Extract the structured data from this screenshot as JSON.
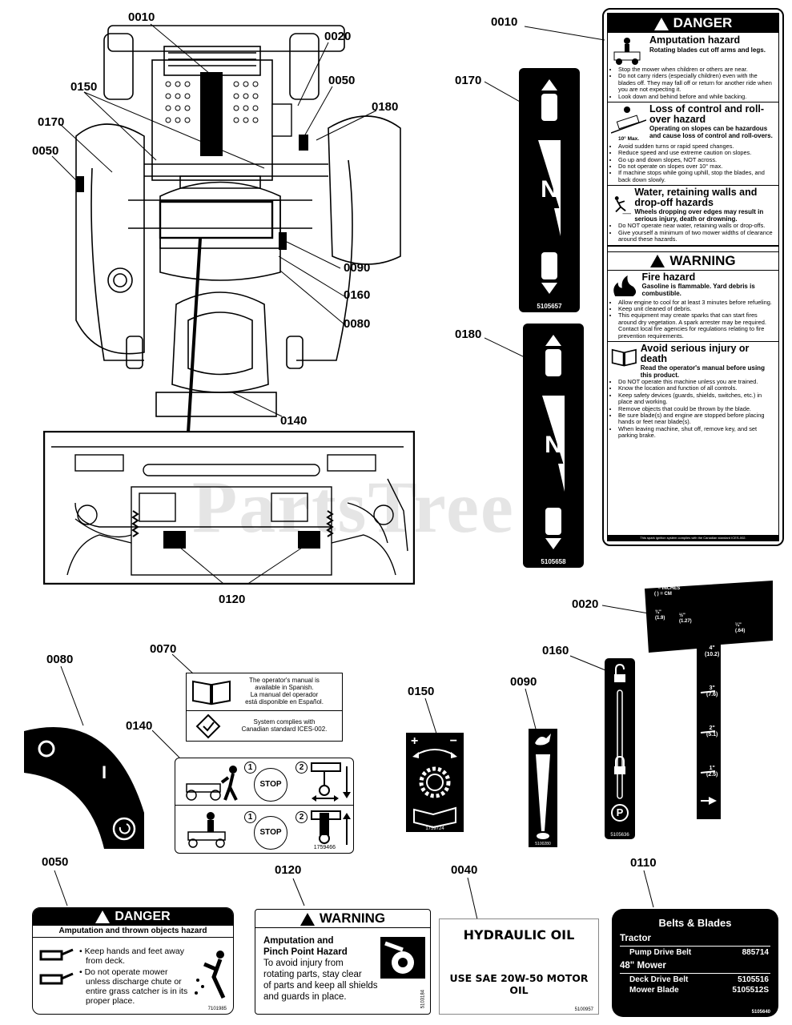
{
  "callouts": {
    "c0010a": "0010",
    "c0020a": "0020",
    "c0050a": "0050",
    "c0150a": "0150",
    "c0180a": "0180",
    "c0170a": "0170",
    "c0050b": "0050",
    "c0090a": "0090",
    "c0160a": "0160",
    "c0080a": "0080",
    "c0140a": "0140",
    "c0120a": "0120",
    "c0010b": "0010",
    "c0170b": "0170",
    "c0180b": "0180",
    "c0020b": "0020",
    "c0070": "0070",
    "c0080b": "0080",
    "c0140b": "0140",
    "c0150b": "0150",
    "c0090b": "0090",
    "c0160b": "0160",
    "c0050c": "0050",
    "c0120b": "0120",
    "c0040": "0040",
    "c0110": "0110"
  },
  "watermark": "PartsTree",
  "danger_big": {
    "title": "DANGER",
    "s1_title": "Amputation hazard",
    "s1_sub": "Rotating blades cut off arms and legs.",
    "s1_items": [
      "Stop the mower when children or others are near.",
      "Do not carry riders (especially children) even with the blades off. They may fall off or return for another ride when you are not expecting it.",
      "Look down and behind before and while backing."
    ],
    "s2_title": "Loss of control and roll-over hazard",
    "s2_sub": "Operating on slopes can be hazardous and cause loss of control and roll-overs.",
    "s2_max": "10° Max.",
    "s2_items": [
      "Avoid sudden turns or rapid speed changes.",
      "Reduce speed and use extreme caution on slopes.",
      "Go up and down slopes, NOT across.",
      "Do not operate on slopes over 10° max.",
      "If machine stops while going uphill, stop the blades, and back down slowly."
    ],
    "s3_title": "Water, retaining walls and drop-off hazards",
    "s3_sub": "Wheels dropping over edges may result in serious injury, death or drowning.",
    "s3_items": [
      "Do NOT operate near water, retaining walls or drop-offs.",
      "Give yourself a minimum of two mower widths of clearance around these hazards."
    ],
    "warn_title": "WARNING",
    "s4_title": "Fire hazard",
    "s4_sub": "Gasoline is flammable. Yard debris is combustible.",
    "s4_items": [
      "Allow engine to cool for at least 3 minutes before refueling.",
      "Keep unit cleaned of debris.",
      "This equipment may create sparks that can start fires around dry vegetation. A spark arrester may be required. Contact local fire agencies for regulations relating to fire prevention requirements."
    ],
    "s5_title": "Avoid serious injury or death",
    "s5_sub": "Read the operator's manual before using this product.",
    "s5_items": [
      "Do NOT operate this machine unless you are trained.",
      "Know the location and function of all controls.",
      "Keep safety devices (guards, shields, switches, etc.) in place and working.",
      "Remove objects that could be thrown by the blade.",
      "Be sure blade(s) and engine are stopped before placing hands or feet near blade(s).",
      "When leaving machine, shut off, remove key, and set parking brake."
    ],
    "footer": "This spark ignition system complies with the Canadian standard ICES-002."
  },
  "dir_decal_1": {
    "letter": "N",
    "part": "5105657"
  },
  "dir_decal_2": {
    "letter": "N",
    "part": "5105658"
  },
  "height_decal": {
    "legend1": "\" = INCHES",
    "legend2": "( ) = CM",
    "top_marks": [
      [
        "¾\"",
        "(1.9)"
      ],
      [
        "½\"",
        "(1.27)"
      ],
      [
        "¼\"",
        "(.64)"
      ]
    ],
    "marks": [
      [
        "4\"",
        "(10.2)"
      ],
      [
        "3\"",
        "(7.6)"
      ],
      [
        "2\"",
        "(5.1)"
      ],
      [
        "1\"",
        "(2.5)"
      ]
    ]
  },
  "manual_decal": {
    "l1": "The operator's manual is",
    "l2": "available in Spanish.",
    "l3": "La manual del operador",
    "l4": "está disponible en Español.",
    "l5": "System complies with",
    "l6": "Canadian standard ICES-002."
  },
  "stop_decal": {
    "stop": "STOP",
    "n1": "1",
    "n2": "2",
    "part": "1759466"
  },
  "choke_decal": {
    "o": "O",
    "i": "I"
  },
  "throttle_decal": {
    "plus": "+",
    "minus": "−",
    "part": "1759724"
  },
  "speed_decal": {
    "part": "5100280"
  },
  "park_decal": {
    "p": "P",
    "part": "5105636"
  },
  "danger_small": {
    "title": "DANGER",
    "sub": "Amputation and thrown objects hazard",
    "items": [
      "Keep hands and feet away from deck.",
      "Do not operate mower unless discharge chute or entire grass catcher is in its proper place."
    ],
    "part": "7101985"
  },
  "warning_small": {
    "title": "WARNING",
    "h1": "Amputation and",
    "h2": "Pinch Point Hazard",
    "body": [
      "To avoid injury from",
      "rotating parts, stay clear",
      "of parts and keep all shields",
      "and guards in place."
    ],
    "part": "5103184"
  },
  "hydraulic": {
    "title": "HYDRAULIC OIL",
    "body": "USE SAE 20W-50 MOTOR OIL",
    "part": "5100957"
  },
  "belts": {
    "title": "Belts & Blades",
    "tractor": "Tractor",
    "r1_label": "Pump Drive Belt",
    "r1_val": "885714",
    "mower": "48\" Mower",
    "r2_label": "Deck Drive Belt",
    "r2_val": "5105516",
    "r3_label": "Mower Blade",
    "r3_val": "5105512S",
    "part": "5105640"
  }
}
